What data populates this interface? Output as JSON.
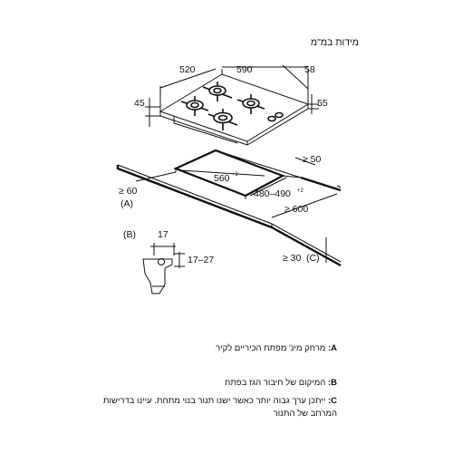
{
  "header": {
    "title": "מידות במ\"מ"
  },
  "hob_dimensions": {
    "width": "520",
    "depth": "590",
    "back_edge": "58",
    "height": "45",
    "body_depth": "55"
  },
  "cutout": {
    "width": "560",
    "width_tolerance": "+2",
    "depth": "480–490",
    "depth_tolerance": "+2",
    "min_back": "≥ 50",
    "min_side": "≥ 60",
    "min_front": "≥ 600",
    "min_below": "≥ 30"
  },
  "detail": {
    "thickness": "17",
    "worktop_range": "17–27"
  },
  "labels": {
    "a": "(A)",
    "b": "(B)",
    "c": "(C)"
  },
  "legend": [
    {
      "key": "A:",
      "text": "מרחק מינ' מפתח הכיריים לקיר"
    },
    {
      "key": "B:",
      "text": "המיקום של חיבור הגז בפתח"
    },
    {
      "key": "C:",
      "text": "ייתכן ערך גבוה יותר כאשר ישנו תנור בנוי מתחת. עיינו בדרישות המרחב של התנור"
    }
  ]
}
